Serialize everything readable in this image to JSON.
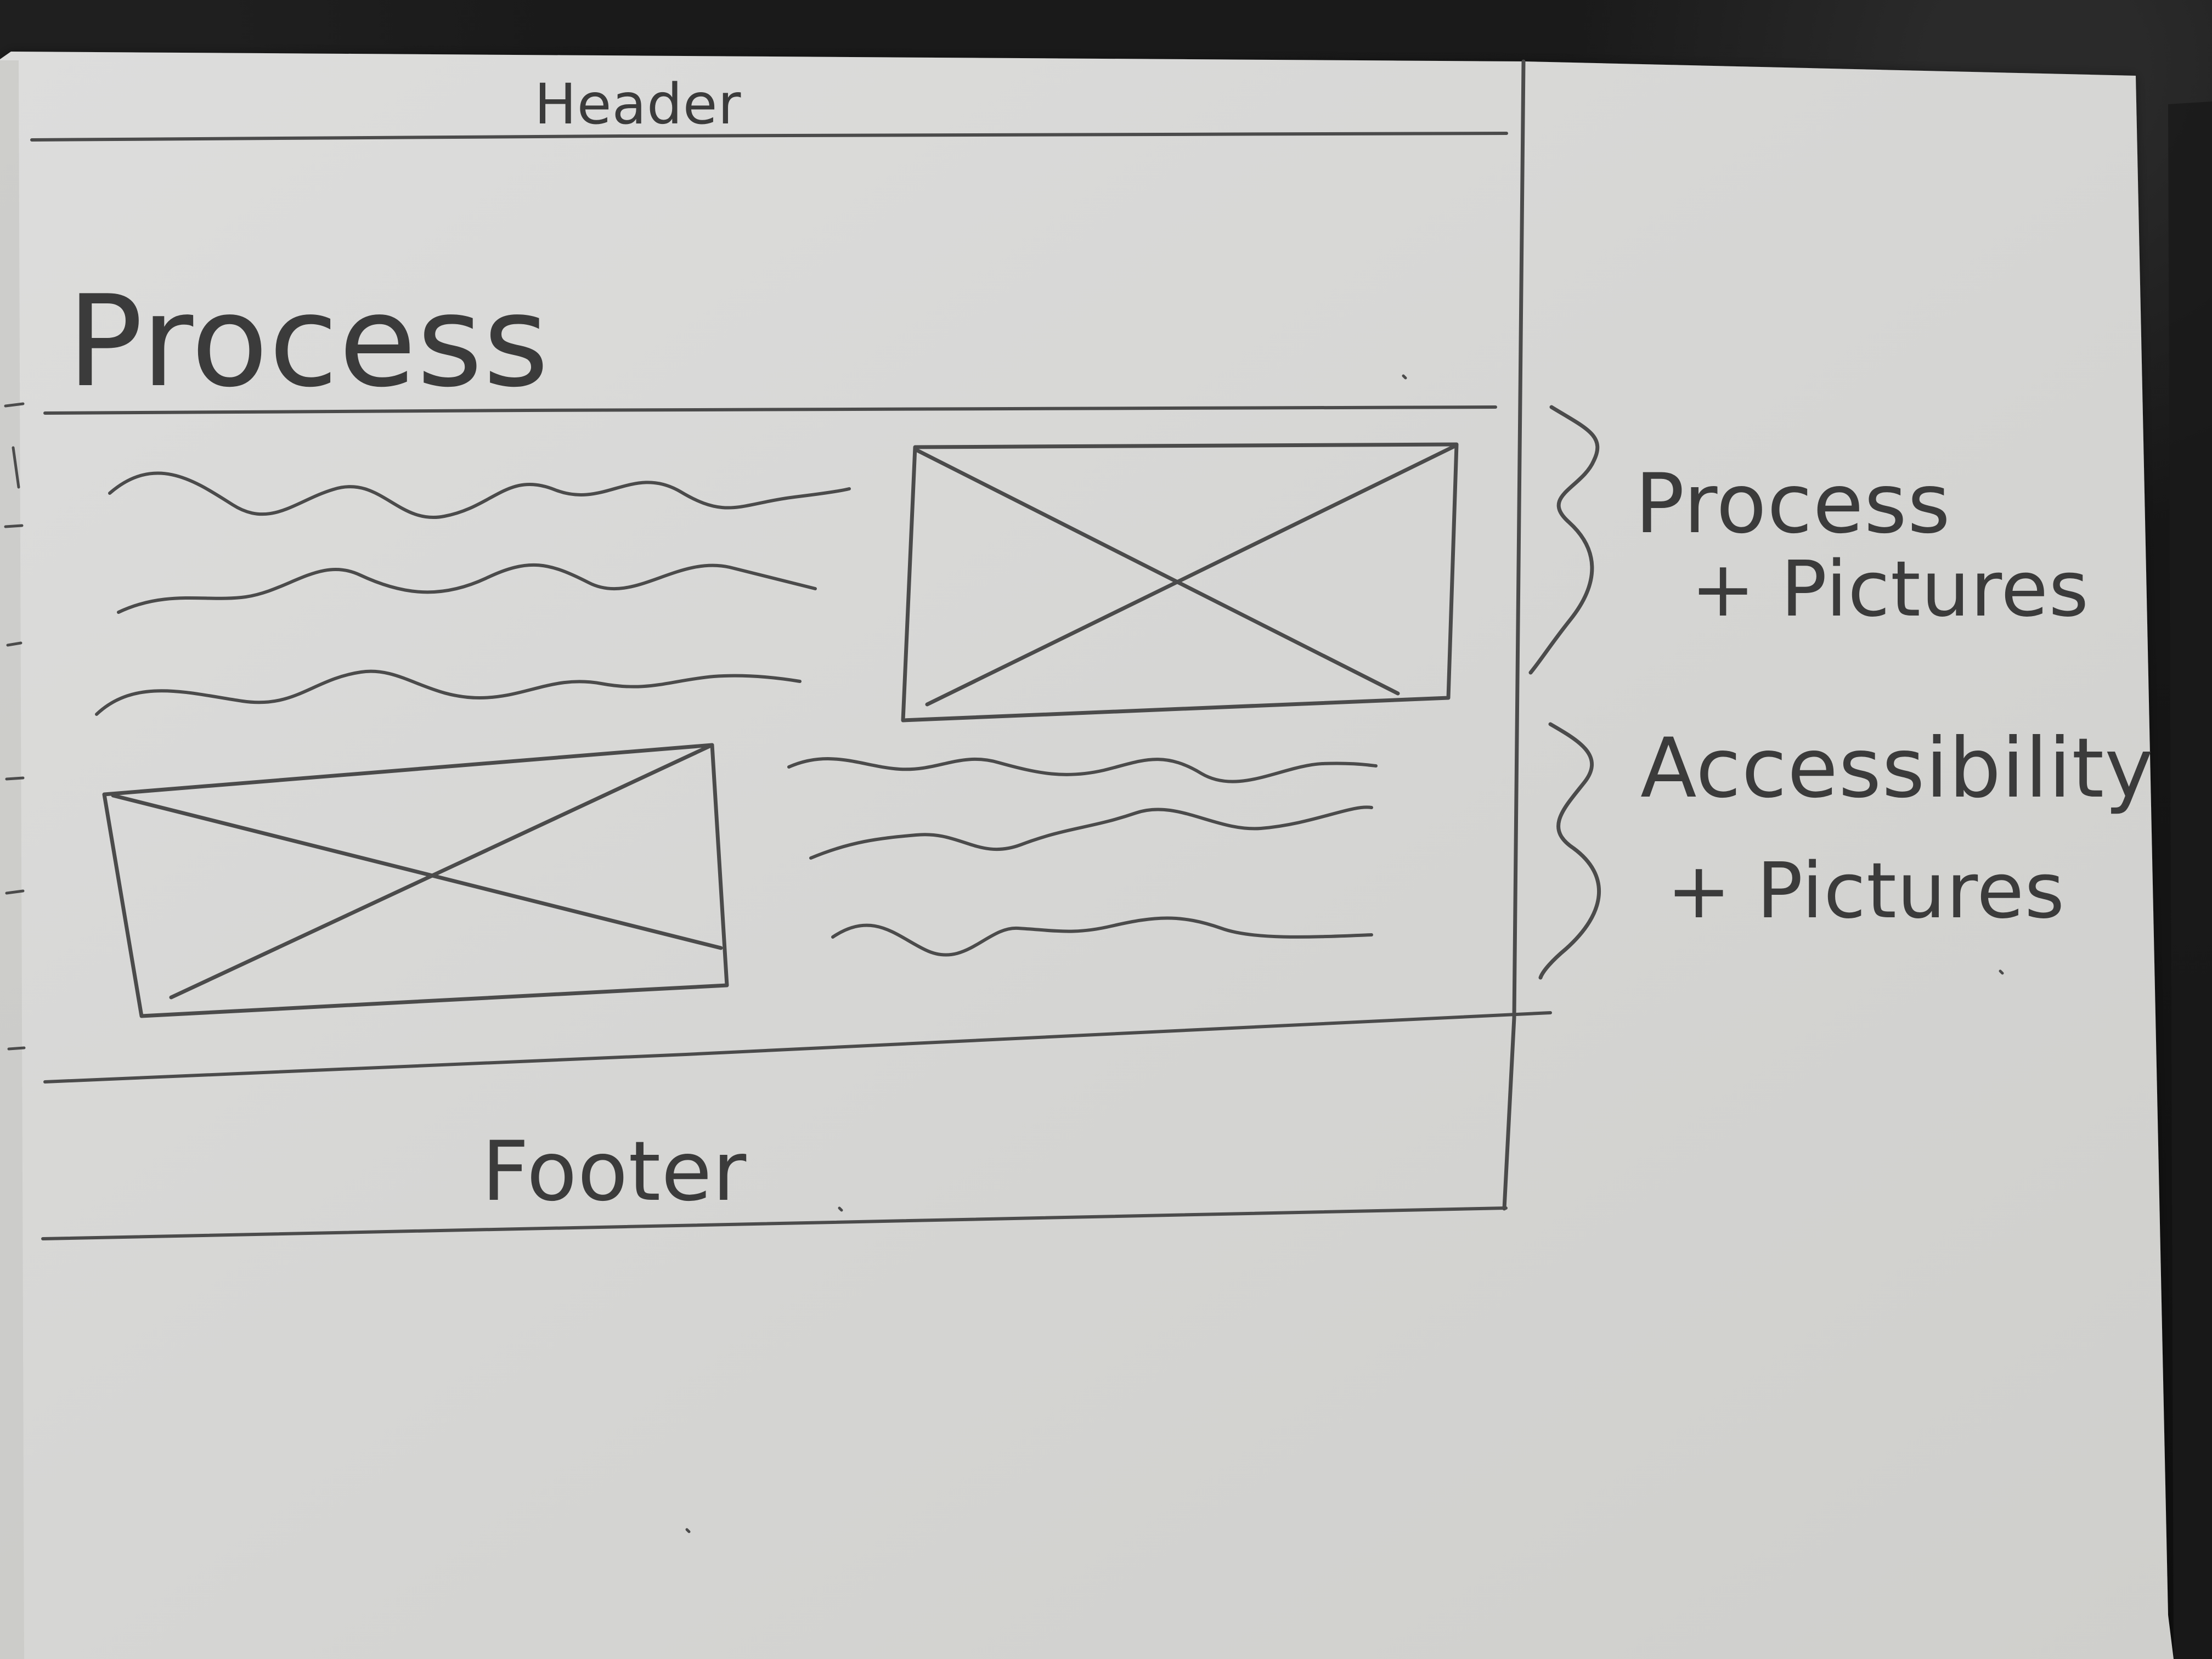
{
  "wireframe": {
    "header_label": "Header",
    "process_title": "Process",
    "footer_label": "Footer",
    "annotations": {
      "process_line_1": "Process",
      "process_line_2": "+ Pictures",
      "accessibility_line_1": "Accessibility",
      "accessibility_line_2": "+ Pictures"
    }
  },
  "colors": {
    "paper": "#d7d7d5",
    "ink": "#4b4b4b",
    "background": "#151515"
  }
}
